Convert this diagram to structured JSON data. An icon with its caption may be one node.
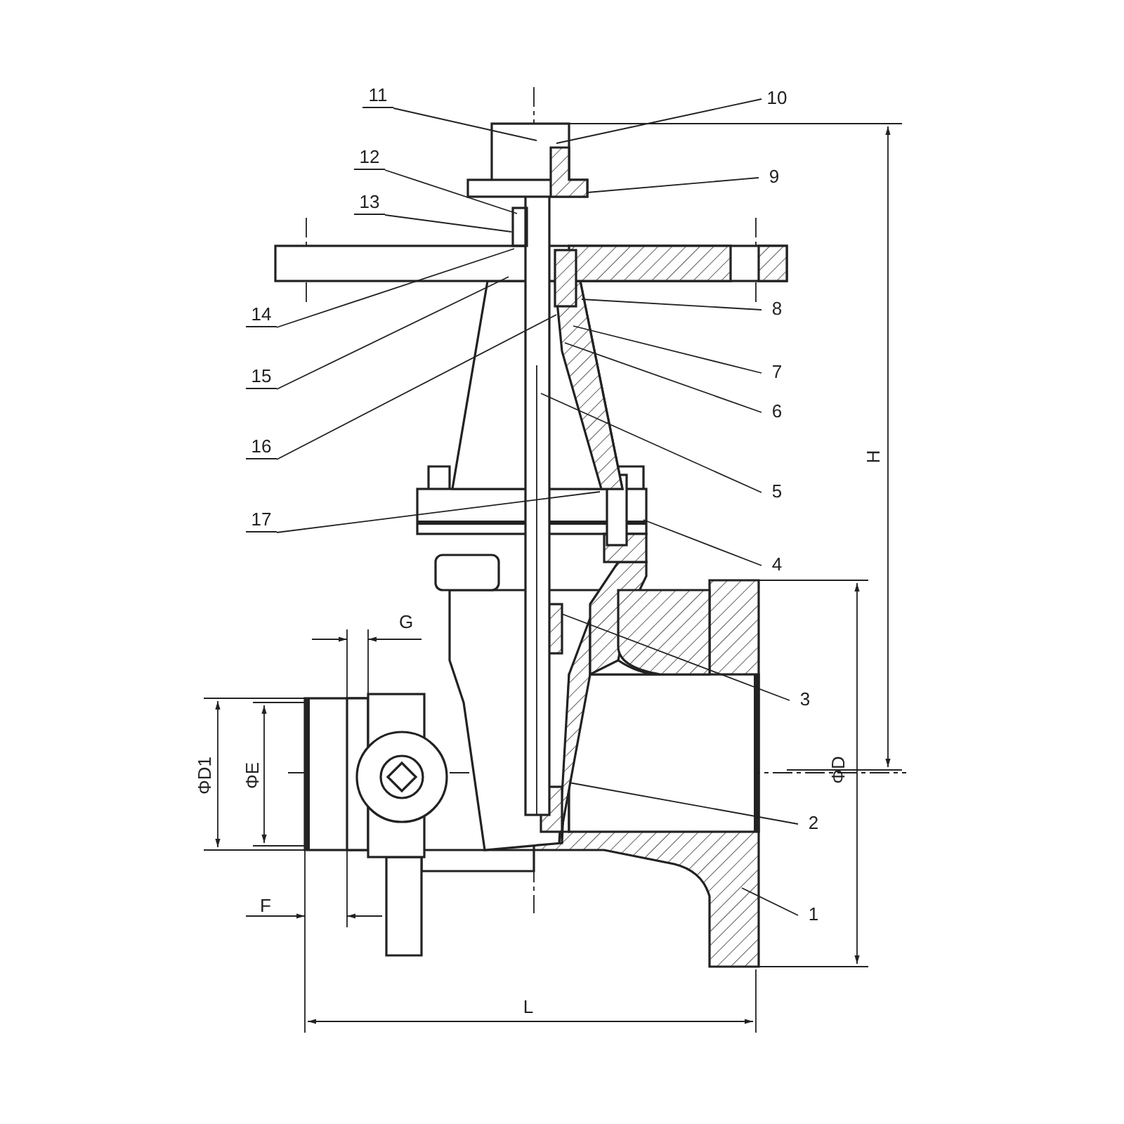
{
  "diagram": {
    "nodes": [
      {
        "text": [
          "1"
        ]
      },
      {
        "text": [
          "2"
        ]
      },
      {
        "text": [
          "3"
        ]
      },
      {
        "text": [
          "4"
        ]
      },
      {
        "text": [
          "5"
        ]
      },
      {
        "text": [
          "6"
        ]
      },
      {
        "text": [
          "7"
        ]
      },
      {
        "text": [
          "8"
        ]
      },
      {
        "text": [
          "9"
        ]
      },
      {
        "text": [
          "10"
        ]
      },
      {
        "text": [
          "11"
        ]
      },
      {
        "text": [
          "12"
        ]
      },
      {
        "text": [
          "13"
        ]
      },
      {
        "text": [
          "14"
        ]
      },
      {
        "text": [
          "15"
        ]
      },
      {
        "text": [
          "16"
        ]
      },
      {
        "text": [
          "17"
        ]
      }
    ],
    "edges": [
      {
        "from": 0,
        "to": null,
        "arrow": "none"
      },
      {
        "from": 1,
        "to": null,
        "arrow": "none"
      },
      {
        "from": 2,
        "to": null,
        "arrow": "none"
      },
      {
        "from": 3,
        "to": null,
        "arrow": "none"
      },
      {
        "from": 4,
        "to": null,
        "arrow": "none"
      },
      {
        "from": 5,
        "to": null,
        "arrow": "none"
      },
      {
        "from": 6,
        "to": null,
        "arrow": "none"
      },
      {
        "from": 7,
        "to": null,
        "arrow": "none"
      },
      {
        "from": 8,
        "to": null,
        "arrow": "none"
      },
      {
        "from": 9,
        "to": null,
        "arrow": "none"
      },
      {
        "from": 10,
        "to": null,
        "arrow": "none"
      },
      {
        "from": 11,
        "to": null,
        "arrow": "none"
      },
      {
        "from": 12,
        "to": null,
        "arrow": "none"
      },
      {
        "from": 13,
        "to": null,
        "arrow": "none"
      },
      {
        "from": 14,
        "to": null,
        "arrow": "none"
      },
      {
        "from": 15,
        "to": null,
        "arrow": "none"
      },
      {
        "from": 16,
        "to": null,
        "arrow": "none"
      }
    ],
    "labels": [
      "H",
      "G",
      "ΦD1",
      "ΦE",
      "ΦD",
      "F",
      "L"
    ]
  }
}
